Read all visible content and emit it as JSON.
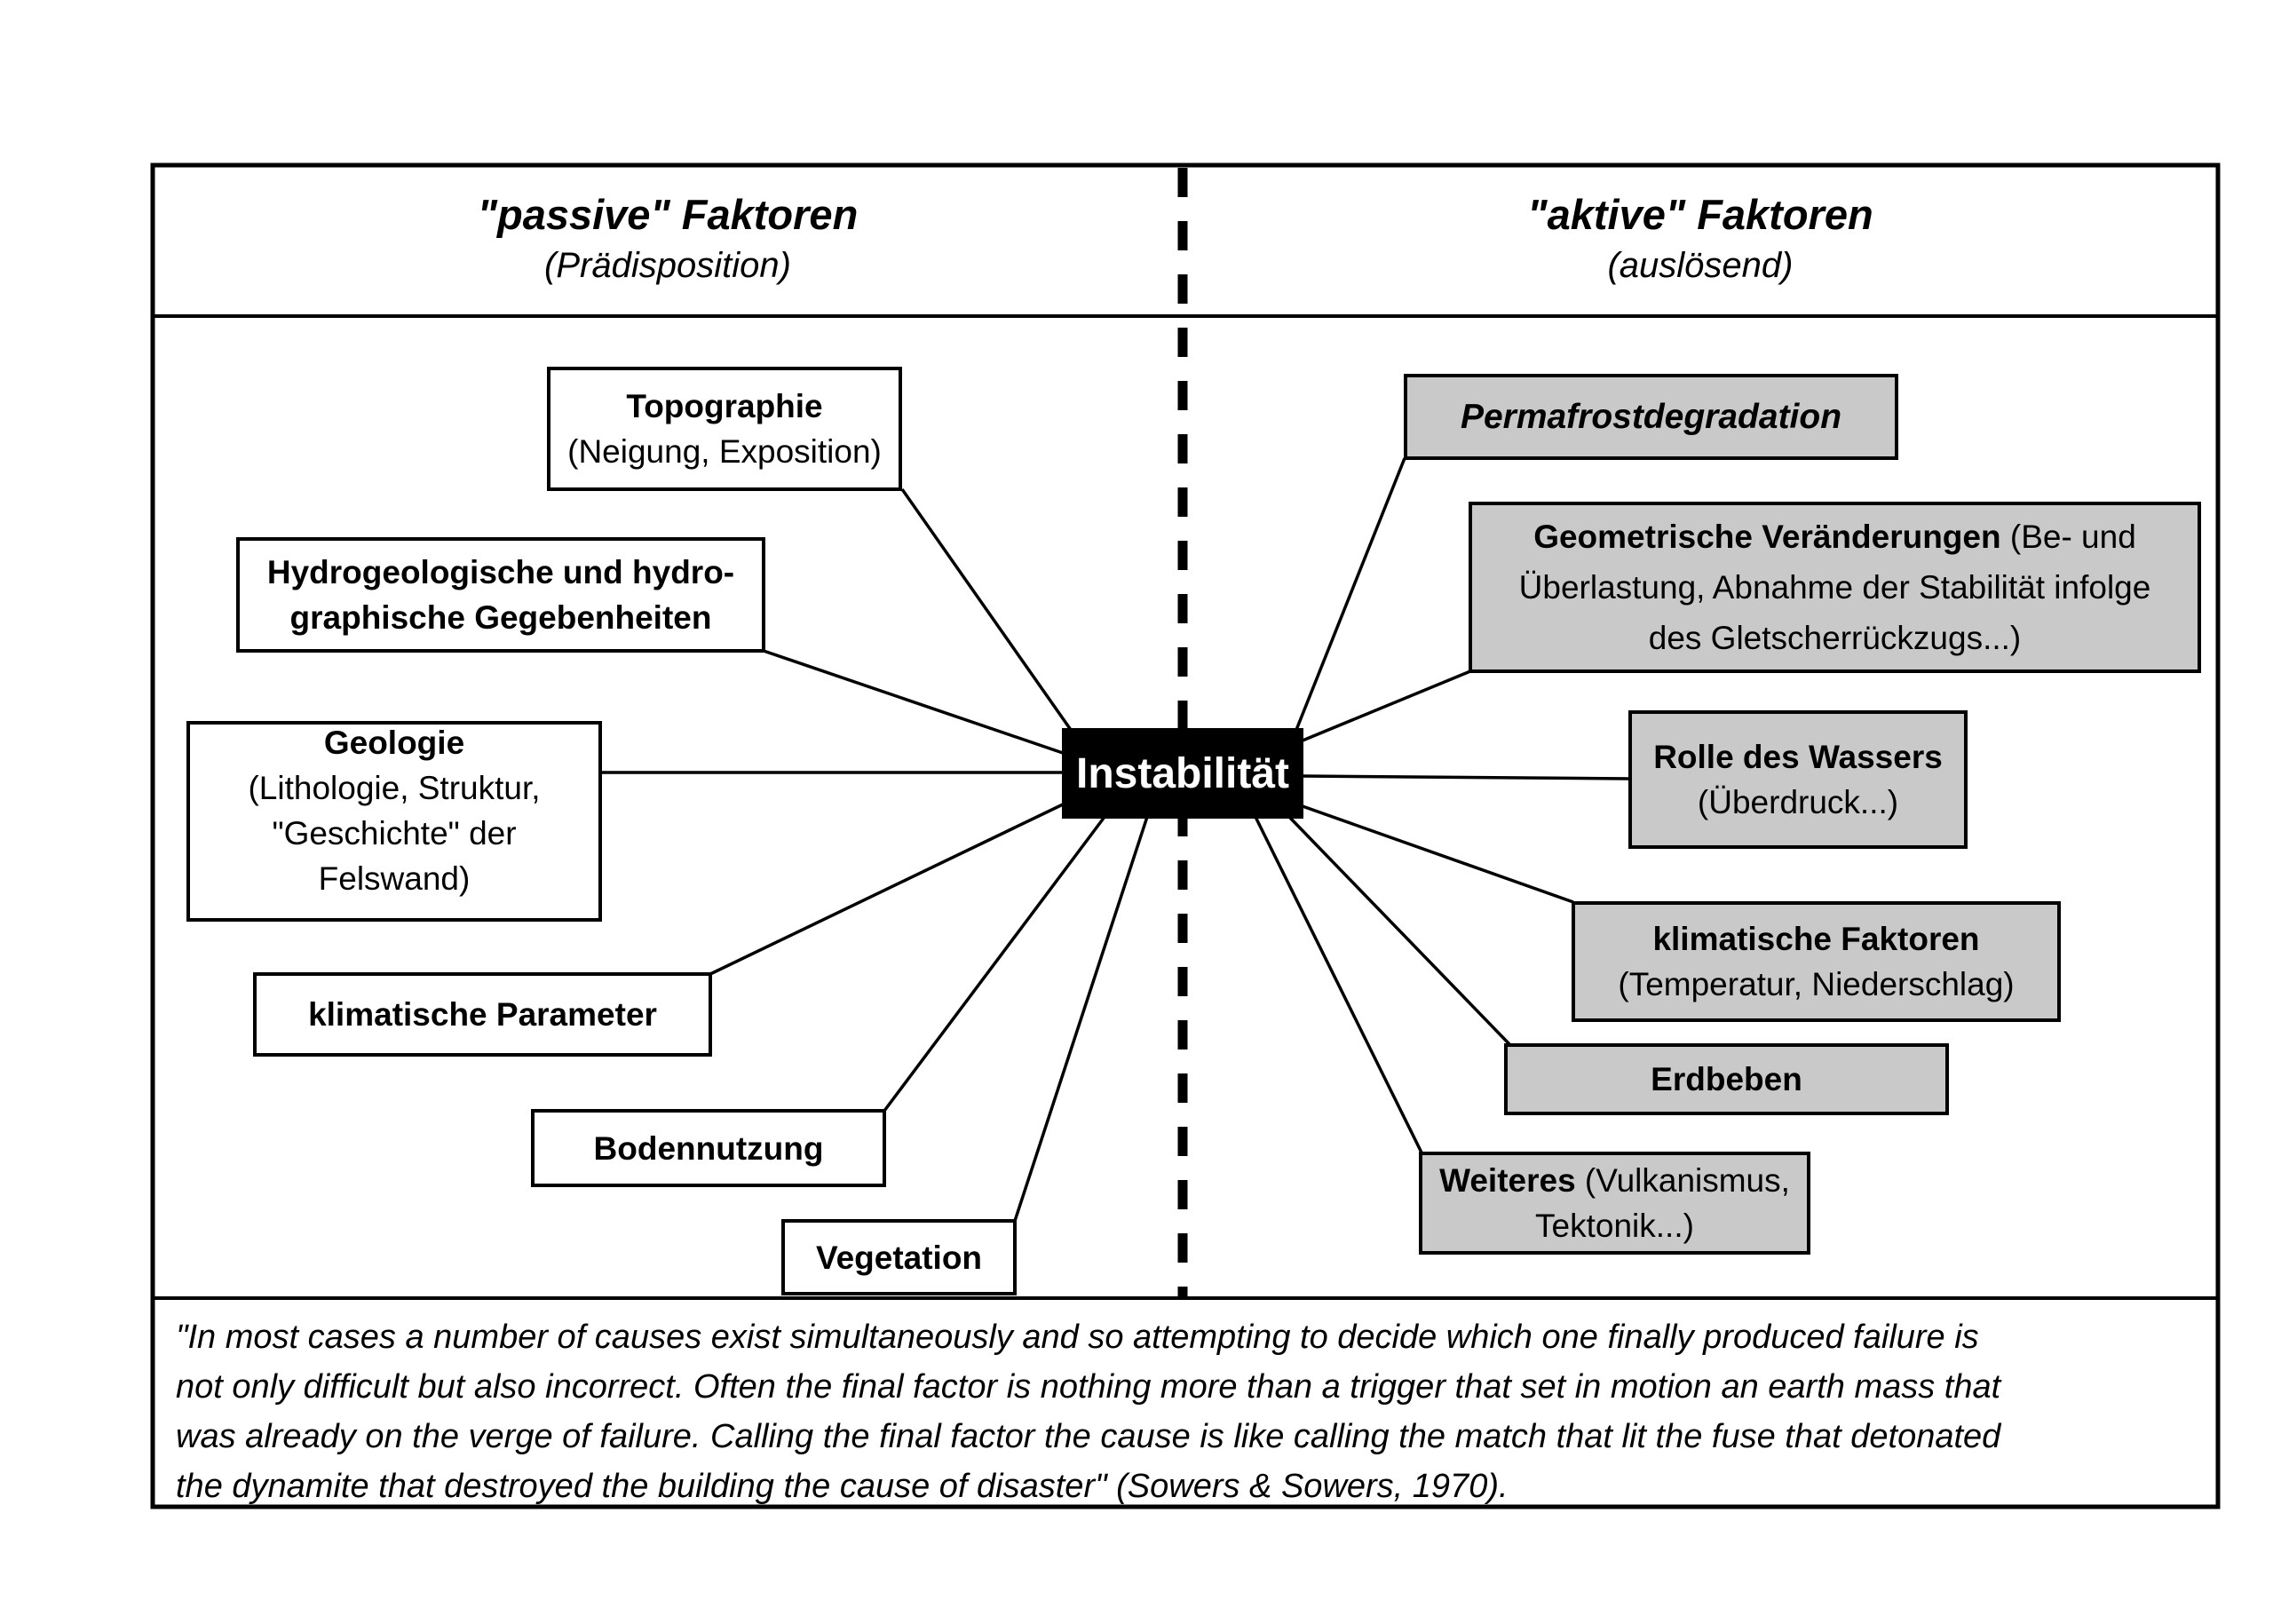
{
  "header": {
    "left": {
      "title": "\"passive\" Faktoren",
      "subtitle": "(Prädisposition)"
    },
    "right": {
      "title": "\"aktive\" Faktoren",
      "subtitle": "(auslösend)"
    }
  },
  "center": {
    "label": "Instabilität"
  },
  "colors": {
    "active_box_gray": "#c9c9c9",
    "passive_box_white": "#ffffff",
    "line_black": "#000000",
    "center_text": "#ffffff"
  },
  "passive_factors": {
    "topographie": {
      "title": "Topographie",
      "subtitle": "(Neigung, Exposition)"
    },
    "hydro": {
      "line1": "Hydrogeologische und hydro-",
      "line2": "graphische Gegebenheiten"
    },
    "geologie": {
      "title": "Geologie",
      "sub1": "(Lithologie, Struktur,",
      "sub2": "\"Geschichte\" der Felswand)"
    },
    "klimatische_parameter": {
      "title": "klimatische Parameter"
    },
    "bodennutzung": {
      "title": "Bodennutzung"
    },
    "vegetation": {
      "title": "Vegetation"
    }
  },
  "active_factors": {
    "permafrost": {
      "title": "Permafrostdegradation"
    },
    "geometrische": {
      "line1_bold": "Geometrische Veränderungen",
      "line1_rest": " (Be- und",
      "line2": "Überlastung, Abnahme der Stabilität infolge",
      "line3": "des Gletscherrückzugs...)"
    },
    "rolle_des_wassers": {
      "title": "Rolle des Wassers",
      "subtitle": "(Überdruck...)"
    },
    "klimatische_faktoren": {
      "title": "klimatische Faktoren",
      "subtitle": "(Temperatur, Niederschlag)"
    },
    "erdbeben": {
      "title": "Erdbeben"
    },
    "weiteres": {
      "line1_bold": "Weiteres",
      "line1_rest": " (Vulkanismus,",
      "line2": "Tektonik...)"
    }
  },
  "quote": {
    "lines": [
      "\"In most cases a number of causes exist simultaneously and so attempting to decide which one finally produced failure is",
      "not only difficult but also incorrect. Often the final factor is nothing more than a trigger that set in motion an earth mass that",
      "was already on the verge of failure. Calling the final factor the cause is like calling the match that lit the fuse that detonated",
      "the dynamite that destroyed the building the cause of disaster\" (Sowers & Sowers, 1970)."
    ]
  }
}
